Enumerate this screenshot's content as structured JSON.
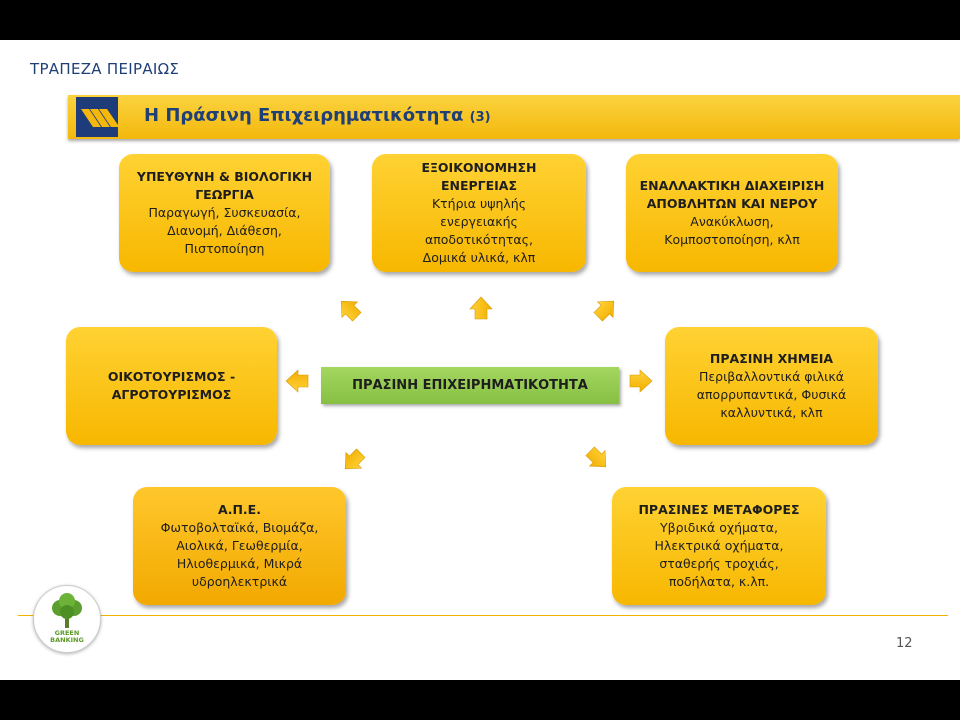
{
  "header": {
    "bank_name": "ΤΡΑΠΕΖΑ ΠΕΙΡΑΙΩΣ",
    "title": "Η Πράσινη Επιχειρηματικότητα",
    "title_suffix": "(3)"
  },
  "center": {
    "label": "ΠΡΑΣΙΝΗ ΕΠΙΧΕΙΡΗΜΑΤΙΚΟΤΗΤΑ"
  },
  "boxes": {
    "organic": {
      "title1": "ΥΠΕΥΘΥΝΗ & ΒΙΟΛΟΓΙΚΗ",
      "title2": "ΓΕΩΡΓΙΑ",
      "lines": [
        "Παραγωγή, Συσκευασία,",
        "Διανομή, Διάθεση,",
        "Πιστοποίηση"
      ]
    },
    "energy": {
      "title1": "ΕΞΟΙΚΟΝΟΜΗΣΗ",
      "title2": "ΕΝΕΡΓΕΙΑΣ",
      "lines": [
        "Κτήρια υψηλής",
        "ενεργειακής",
        "αποδοτικότητας,",
        "Δομικά υλικά, κλπ"
      ]
    },
    "waste": {
      "title1": "ΕΝΑΛΛΑΚΤΙΚΗ ΔΙΑΧΕΙΡΙΣΗ",
      "title2": "ΑΠΟΒΛΗΤΩΝ ΚΑΙ ΝΕΡΟΥ",
      "lines": [
        "Ανακύκλωση,",
        "Κομποστοποίηση, κλπ"
      ]
    },
    "ecotourism": {
      "title1": "ΟΙΚΟΤΟΥΡΙΣΜΟΣ -",
      "title2": "ΑΓΡΟΤΟΥΡΙΣΜΟΣ"
    },
    "chemistry": {
      "title1": "ΠΡΑΣΙΝΗ ΧΗΜΕΙΑ",
      "lines": [
        "Περιβαλλοντικά φιλικά",
        "απορρυπαντικά, Φυσικά",
        "καλλυντικά, κλπ"
      ]
    },
    "res": {
      "title1": "Α.Π.Ε.",
      "lines": [
        "Φωτοβολταϊκά, Βιομάζα,",
        "Αιολικά, Γεωθερμία,",
        "Ηλιοθερμικά, Μικρά",
        "υδροηλεκτρικά"
      ]
    },
    "transport": {
      "title1": "ΠΡΑΣΙΝΕΣ ΜΕΤΑΦΟΡΕΣ",
      "lines": [
        "Υβριδικά οχήματα,",
        "Ηλεκτρικά οχήματα,",
        "σταθερής τροχιάς,",
        "ποδήλατα, κ.λπ."
      ]
    }
  },
  "footer": {
    "logo_line1": "GREEN",
    "logo_line2": "BANKING",
    "page_number": "12"
  },
  "colors": {
    "navy": "#1e3b7a",
    "gold": "#f7b700",
    "green": "#8cc34a"
  }
}
